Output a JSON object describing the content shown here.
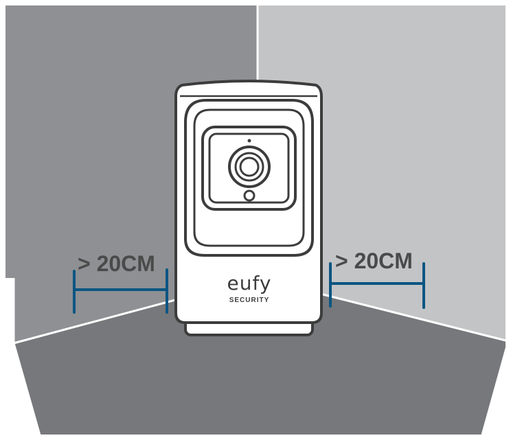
{
  "labels": {
    "left_distance": "> 20CM",
    "right_distance": "> 20CM",
    "brand": "eufy",
    "brand_sub": "SECURITY"
  },
  "colors": {
    "left_wall": "#8e9093",
    "right_wall": "#c3c4c6",
    "floor": "#76787b",
    "outline": "#3c3c3c",
    "camera_body": "#ffffff",
    "measure": "#0a5582",
    "label_text": "#4a4a4a"
  },
  "icons": {
    "camera": "security-camera-icon"
  }
}
